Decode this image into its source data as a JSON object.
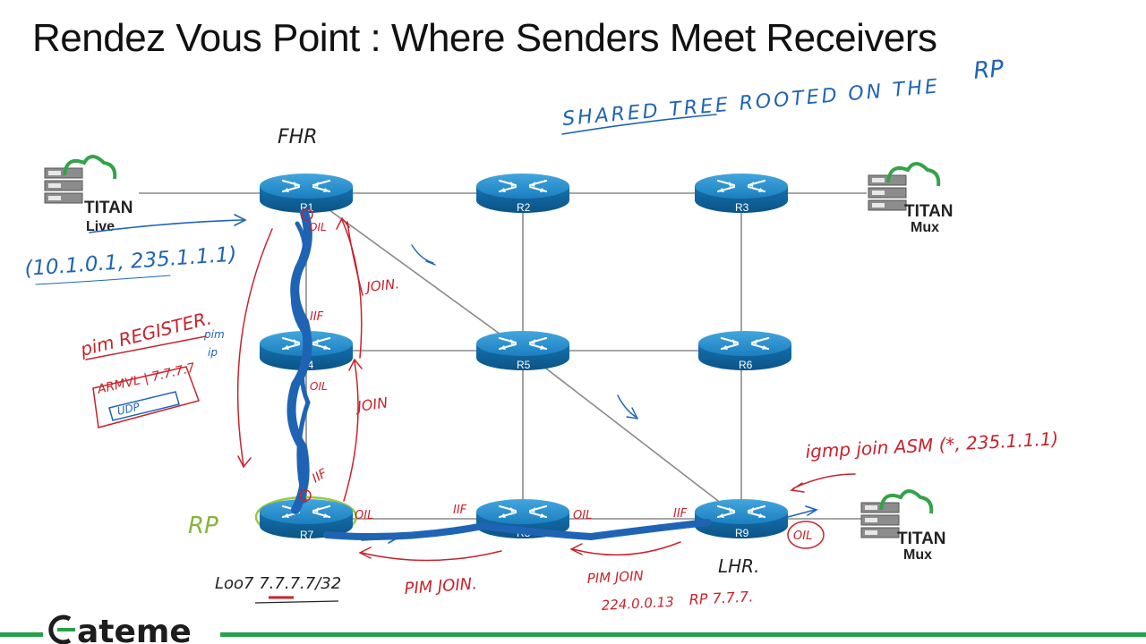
{
  "slide": {
    "title": "Rendez Vous Point : Where Senders Meet Receivers"
  },
  "brand": {
    "logo_text": "ateme",
    "accent_color": "#27a04a"
  },
  "routers": [
    {
      "id": "r1",
      "label": "R1"
    },
    {
      "id": "r2",
      "label": "R2"
    },
    {
      "id": "r3",
      "label": "R3"
    },
    {
      "id": "r4",
      "label": "R4"
    },
    {
      "id": "r5",
      "label": "R5"
    },
    {
      "id": "r6",
      "label": "R6"
    },
    {
      "id": "r7",
      "label": "R7"
    },
    {
      "id": "r8",
      "label": "R8"
    },
    {
      "id": "r9",
      "label": "R9"
    }
  ],
  "servers": [
    {
      "id": "titan-live",
      "brand": "TITAN",
      "product": "Live"
    },
    {
      "id": "titan-mux-top",
      "brand": "TITAN",
      "product": "Mux"
    },
    {
      "id": "titan-mux-bottom",
      "brand": "TITAN",
      "product": "Mux"
    }
  ],
  "annotations": {
    "fhr": "FHR",
    "lhr": "LHR.",
    "rp": "RP",
    "shared_tree": "SHARED TREE ROOTED ON THE",
    "shared_tree_rp": "RP",
    "source_group": "(10.1.0.1, 235.1.1.1)",
    "pim_register": "pim REGISTER.",
    "encap_outer": "ARMVL | 7.7.7.7",
    "encap_pim": "pim",
    "encap_ip": "ip",
    "encap_inner": "UDP",
    "join_top": "JOIN.",
    "join_mid": "JOIN",
    "iif_r4": "IIF",
    "oil_r4": "OIL",
    "oil_r1": "OIL",
    "iif_r7": "IIF",
    "oil_r7": "OIL",
    "iif_r8": "IIF",
    "oil_r8": "OIL",
    "iif_r9": "IIF",
    "oil_r9": "OIL",
    "igmp_join": "igmp join ASM (*, 235.1.1.1)",
    "loopback": "Loo7 7.7.7.7/32",
    "pim_join_bottom": "PIM JOIN.",
    "pim_join_right": "PIM JOIN",
    "pim_join_addr": "224.0.0.13",
    "pim_join_rp": "RP 7.7.7."
  }
}
